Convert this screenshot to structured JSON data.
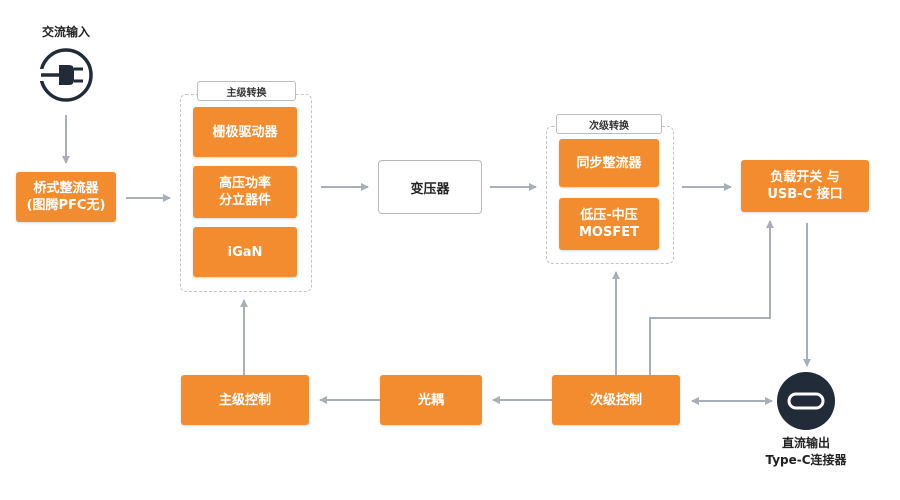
{
  "labels": {
    "ac_input": "交流输入",
    "dc_output_line1": "直流输出",
    "dc_output_line2": "Type-C连接器",
    "primary_group": "主级转换",
    "secondary_group": "次级转换"
  },
  "nodes": {
    "bridge_rectifier": "桥式整流器\n(图腾PFC无)",
    "gate_driver": "栅极驱动器",
    "hv_discrete": "高压功率\n分立器件",
    "igan": "iGaN",
    "transformer": "变压器",
    "sync_rectifier": "同步整流器",
    "lv_mosfet": "低压-中压\nMOSFET",
    "load_switch": "负载开关 与\nUSB-C 接口",
    "primary_control": "主级控制",
    "optocoupler": "光耦",
    "secondary_control": "次级控制"
  },
  "icons": {
    "ac_plug": "plug-icon",
    "usb_c": "usb-c-port-icon"
  },
  "colors": {
    "accent": "#f28c2e",
    "line": "#a7b0b8",
    "icon_dark": "#222b38"
  }
}
